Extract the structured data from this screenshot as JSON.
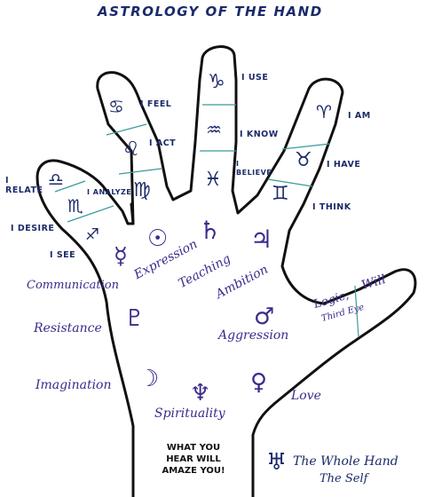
{
  "title": "ASTROLOGY OF THE HAND",
  "finger_phrases": {
    "i_use": "I USE",
    "i_know": "I KNOW",
    "i_believe": "I BELIEVE",
    "i_feel": "I FEEL",
    "i_act": "I ACT",
    "i_analyze": "I ANALYZE",
    "i_relate": "I RELATE",
    "i_desire": "I DESIRE",
    "i_see": "I SEE",
    "i_am": "I AM",
    "i_have": "I HAVE",
    "i_think": "I THINK"
  },
  "zodiac_glyphs": {
    "capricorn": "♑",
    "aquarius": "♒",
    "pisces": "♓",
    "cancer": "♋",
    "leo": "♌",
    "virgo": "♍",
    "libra": "♎",
    "scorpio": "♏",
    "sagittarius": "♐",
    "aries": "♈",
    "taurus": "♉",
    "gemini": "♊"
  },
  "planet_glyphs": {
    "mercury": "☿",
    "sun": "☉",
    "saturn": "♄",
    "jupiter": "♃",
    "mars": "♂",
    "pluto": "♇",
    "moon": "☽",
    "neptune": "♆",
    "venus": "♀",
    "uranus": "♅"
  },
  "palm_keywords": {
    "communication": "Communication",
    "expression": "Expression",
    "teaching": "Teaching",
    "ambition": "Ambition",
    "logic": "Logic,",
    "third_eye": "Third Eye",
    "will": "Will",
    "resistance": "Resistance",
    "aggression": "Aggression",
    "imagination": "Imagination",
    "spirituality": "Spirituality",
    "love": "Love"
  },
  "bottom_note": [
    "WHAT YOU",
    "HEAR WILL",
    "AMAZE YOU!"
  ],
  "legend": {
    "line1": "The Whole Hand",
    "line2": "The Self"
  },
  "colors": {
    "outline": "#111111",
    "divider": "#3a9a9a",
    "caps_text": "#1b2a6b",
    "script_text": "#3d2a8c"
  }
}
